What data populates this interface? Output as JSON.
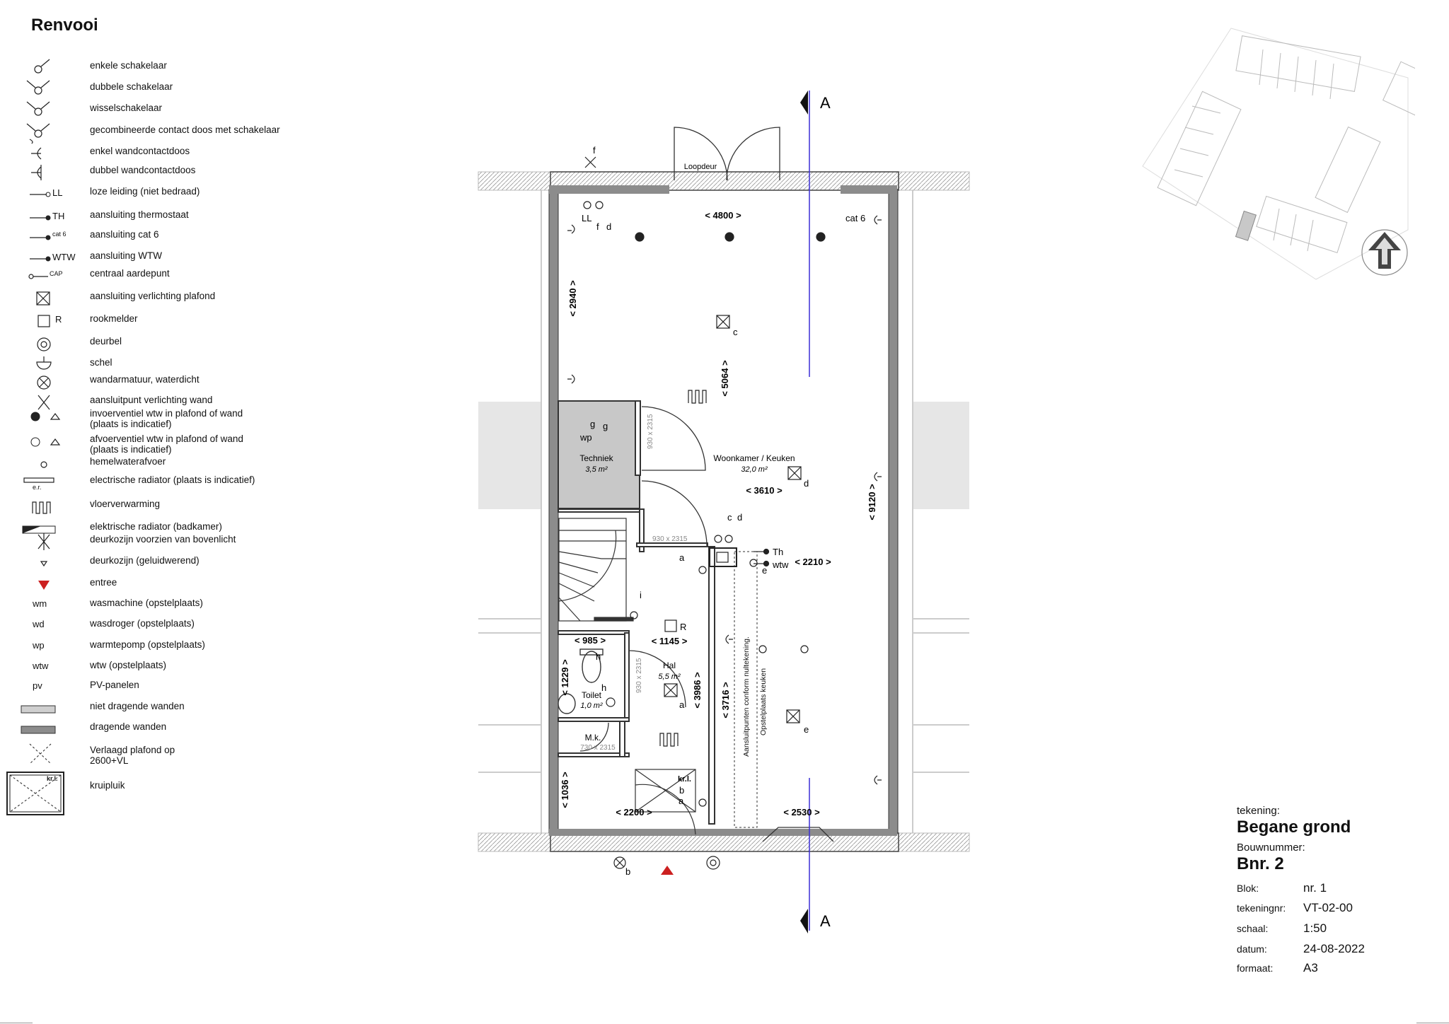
{
  "legend": {
    "title": "Renvooi",
    "items": [
      {
        "label": "enkele schakelaar",
        "icon": "single-switch-icon"
      },
      {
        "label": "dubbele schakelaar",
        "icon": "double-switch-icon"
      },
      {
        "label": "wisselschakelaar",
        "icon": "two-way-switch-icon"
      },
      {
        "label": "gecombineerde contact doos met schakelaar",
        "icon": "combined-socket-switch-icon"
      },
      {
        "label": "enkel wandcontactdoos",
        "icon": "single-socket-icon"
      },
      {
        "label": "dubbel wandcontactdoos",
        "icon": "double-socket-icon"
      },
      {
        "label": "loze leiding (niet bedraad)",
        "icon": "empty-conduit-icon",
        "tag": "LL"
      },
      {
        "label": "aansluiting thermostaat",
        "icon": "thermostat-icon",
        "tag": "TH"
      },
      {
        "label": "aansluiting cat 6",
        "icon": "cat6-icon",
        "tag": "cat 6"
      },
      {
        "label": "aansluiting WTW",
        "icon": "wtw-connection-icon",
        "tag": "WTW"
      },
      {
        "label": "centraal aardepunt",
        "icon": "ground-point-icon",
        "tag": "CAP"
      },
      {
        "label": "aansluiting verlichting plafond",
        "icon": "ceiling-light-icon"
      },
      {
        "label": "rookmelder",
        "icon": "smoke-detector-icon",
        "tag": "R"
      },
      {
        "label": "deurbel",
        "icon": "doorbell-icon"
      },
      {
        "label": "schel",
        "icon": "bell-icon"
      },
      {
        "label": "wandarmatuur, waterdicht",
        "icon": "waterproof-wall-light-icon"
      },
      {
        "label": "aansluitpunt verlichting wand",
        "icon": "wall-light-point-icon"
      },
      {
        "label": "invoerventiel wtw in plafond of wand\n(plaats is indicatief)",
        "icon": "supply-valve-icon"
      },
      {
        "label": "afvoerventiel wtw in plafond of wand\n(plaats is indicatief)",
        "icon": "exhaust-valve-icon"
      },
      {
        "label": "hemelwaterafvoer",
        "icon": "rainwater-drain-icon"
      },
      {
        "label": "electrische radiator (plaats is indicatief)",
        "icon": "electric-radiator-icon",
        "tag": "e.r."
      },
      {
        "label": "vloerverwarming",
        "icon": "floor-heating-icon"
      },
      {
        "label": "elektrische radiator (badkamer)",
        "icon": "bathroom-radiator-icon"
      },
      {
        "label": "deurkozijn voorzien van bovenlicht",
        "icon": "door-frame-skylight-icon"
      },
      {
        "label": "deurkozijn (geluidwerend)",
        "icon": "soundproof-door-frame-icon"
      },
      {
        "label": "entree",
        "icon": "entrance-icon"
      },
      {
        "label": "wasmachine (opstelplaats)",
        "icon": "washer-text-icon",
        "tag": "wm"
      },
      {
        "label": "wasdroger (opstelplaats)",
        "icon": "dryer-text-icon",
        "tag": "wd"
      },
      {
        "label": "warmtepomp (opstelplaats)",
        "icon": "heat-pump-text-icon",
        "tag": "wp"
      },
      {
        "label": "wtw (opstelplaats)",
        "icon": "wtw-text-icon",
        "tag": "wtw"
      },
      {
        "label": "PV-panelen",
        "icon": "pv-text-icon",
        "tag": "pv"
      },
      {
        "label": "niet dragende wanden",
        "icon": "non-bearing-wall-icon"
      },
      {
        "label": "dragende wanden",
        "icon": "bearing-wall-icon"
      },
      {
        "label": "Verlaagd plafond op\n2600+VL",
        "icon": "lowered-ceiling-icon"
      },
      {
        "label": "kruipluik",
        "icon": "crawl-hatch-icon",
        "tag": "kr.l."
      }
    ]
  },
  "plan": {
    "section_marker": "A",
    "rooms": [
      {
        "name": "Woonkamer / Keuken",
        "area": "32,0 m²"
      },
      {
        "name": "Techniek",
        "area": "3,5 m²"
      },
      {
        "name": "Hal",
        "area": "5,5 m²"
      },
      {
        "name": "Toilet",
        "area": "1,0 m²"
      },
      {
        "name": "M.k.",
        "size": "730 x 2315"
      }
    ],
    "door_label": "Loopdeur",
    "door_sizes": [
      "930 x 2315",
      "930 x 2315",
      "930 x 2315"
    ],
    "dimensions": [
      "< 4800 >",
      "< 2940 >",
      "< 5064 >",
      "< 3610 >",
      "< 9120 >",
      "< 2210 >",
      "< 985 >",
      "< 1145 >",
      "< 1229 >",
      "< 3986 >",
      "< 3716 >",
      "< 1036 >",
      "< 2200 >",
      "< 2530 >"
    ],
    "tags": {
      "ll": "LL",
      "cat6": "cat 6",
      "wp": "wp",
      "th": "Th",
      "wtw": "wtw",
      "r": "R",
      "krl": "kr.l.",
      "f": "f",
      "d": "d",
      "c": "c",
      "e": "e",
      "g": "g",
      "a": "a",
      "b": "b",
      "h": "h",
      "i": "i"
    },
    "notes": [
      "Aansluitpunten conform nultekening.",
      "Opstelplaats keuken"
    ]
  },
  "titleblock": {
    "tekening_label": "tekening:",
    "tekening": "Begane grond",
    "bouwnummer_label": "Bouwnummer:",
    "bouwnummer": "Bnr. 2",
    "rows": [
      {
        "key": "Blok:",
        "value": "nr. 1"
      },
      {
        "key": "tekeningnr:",
        "value": "VT-02-00"
      },
      {
        "key": "schaal:",
        "value": "1:50"
      },
      {
        "key": "datum:",
        "value": "24-08-2022"
      },
      {
        "key": "formaat:",
        "value": "A3"
      }
    ]
  },
  "colors": {
    "bearing_wall": "#8c8c8c",
    "non_bearing_wall": "#cfcfcf",
    "section_line": "#3b2fd6",
    "entrance": "#cc2020",
    "techniek_fill": "#c8c8c8"
  }
}
